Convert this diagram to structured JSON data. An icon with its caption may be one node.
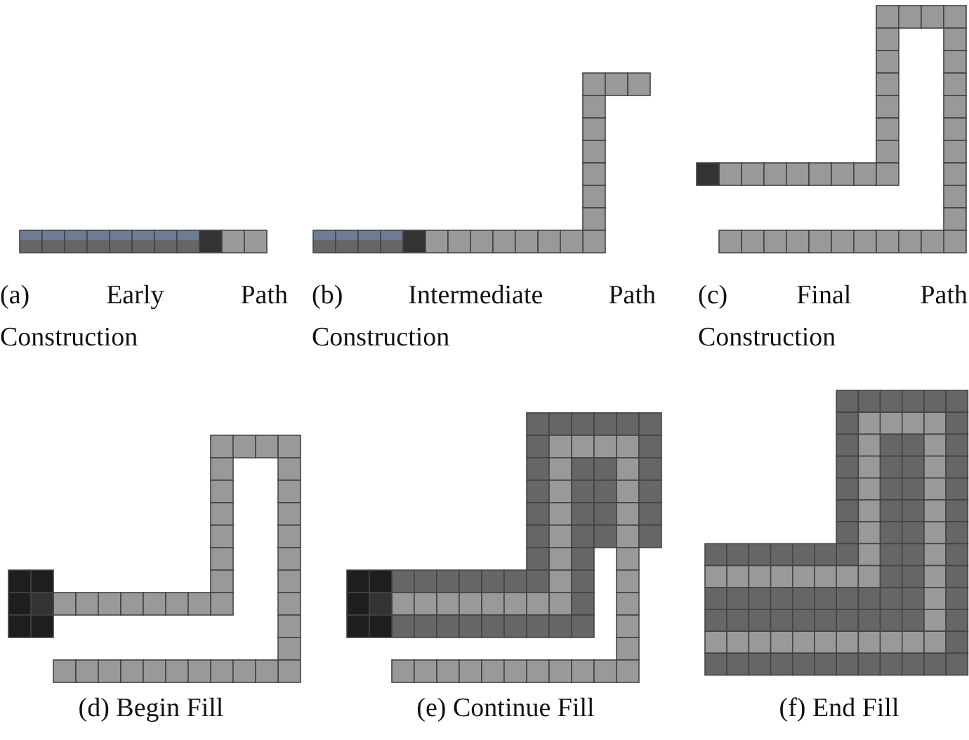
{
  "diagram": {
    "labels": [
      "(a) Early Path Construction",
      "(b) Intermediate Path Construction",
      "(c) Final Path Construction",
      "(d) Begin Fill",
      "(e) Continue Fill",
      "(f) End Fill"
    ]
  }
}
